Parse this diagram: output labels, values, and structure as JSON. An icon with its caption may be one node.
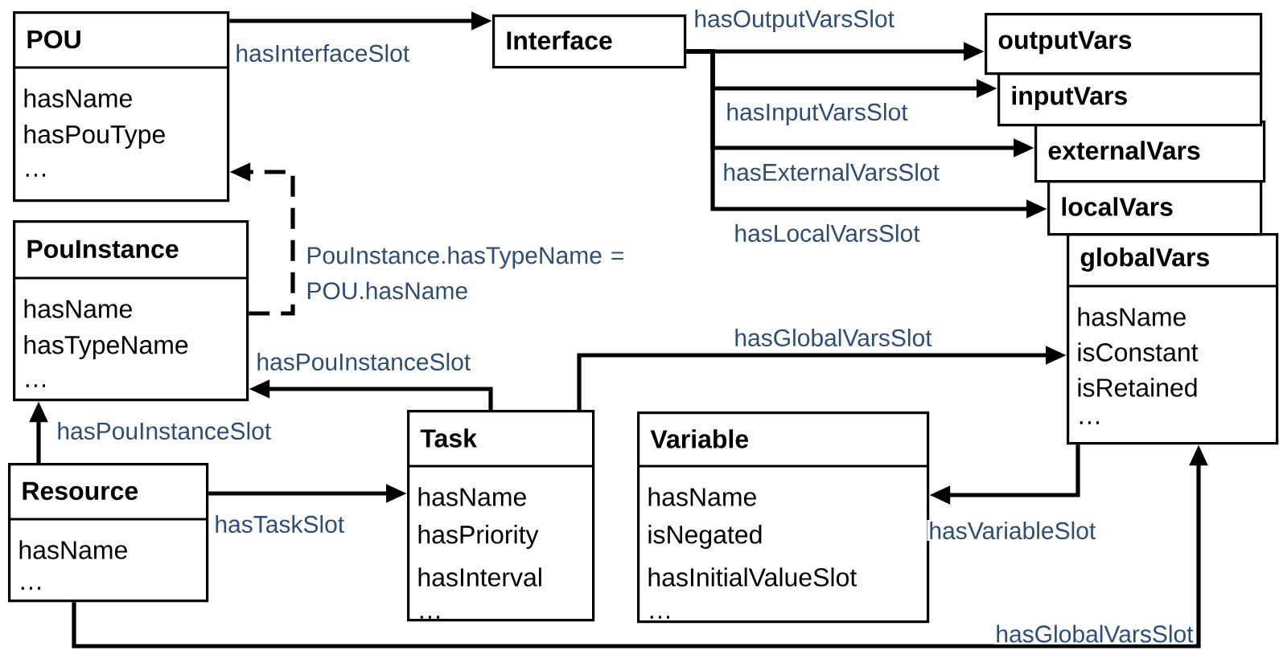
{
  "diagram": {
    "nodes": [
      {
        "text": [
          "POU",
          "hasName",
          "hasPouType",
          "…"
        ]
      },
      {
        "text": [
          "Interface"
        ]
      },
      {
        "text": [
          "outputVars"
        ]
      },
      {
        "text": [
          "inputVars"
        ]
      },
      {
        "text": [
          "externalVars"
        ]
      },
      {
        "text": [
          "localVars"
        ]
      },
      {
        "text": [
          "PouInstance",
          "hasName",
          "hasTypeName",
          "…"
        ]
      },
      {
        "text": [
          "globalVars",
          "hasName",
          "isConstant",
          "isRetained",
          "…"
        ]
      },
      {
        "text": [
          "Task",
          "hasName",
          "hasPriority",
          "hasInterval",
          "…"
        ]
      },
      {
        "text": [
          "Variable",
          "hasName",
          "isNegated",
          "hasInitialValueSlot",
          "…"
        ]
      },
      {
        "text": [
          "Resource",
          "hasName",
          "…"
        ]
      }
    ],
    "edges": [
      {
        "from": 0,
        "to": 1,
        "arrow": "to",
        "label": "hasInterfaceSlot"
      },
      {
        "from": 1,
        "to": 2,
        "arrow": "to",
        "label": "hasOutputVarsSlot"
      },
      {
        "from": 1,
        "to": 3,
        "arrow": "to",
        "label": "hasInputVarsSlot"
      },
      {
        "from": 1,
        "to": 4,
        "arrow": "to",
        "label": "hasExternalVarsSlot"
      },
      {
        "from": 1,
        "to": 5,
        "arrow": "to",
        "label": "hasLocalVarsSlot"
      },
      {
        "from": 6,
        "to": 0,
        "arrow": "to",
        "label": "PouInstance.hasTypeName = POU.hasName",
        "style": "dashed"
      },
      {
        "from": 8,
        "to": 6,
        "arrow": "to",
        "label": "hasPouInstanceSlot"
      },
      {
        "from": 8,
        "to": 7,
        "arrow": "to",
        "label": "hasGlobalVarsSlot"
      },
      {
        "from": 10,
        "to": 6,
        "arrow": "to",
        "label": "hasPouInstanceSlot"
      },
      {
        "from": 10,
        "to": 8,
        "arrow": "to",
        "label": "hasTaskSlot"
      },
      {
        "from": 7,
        "to": 9,
        "arrow": "to",
        "label": "hasVariableSlot"
      },
      {
        "from": 10,
        "to": 7,
        "arrow": "to",
        "label": "hasGlobalVarsSlot"
      }
    ]
  }
}
